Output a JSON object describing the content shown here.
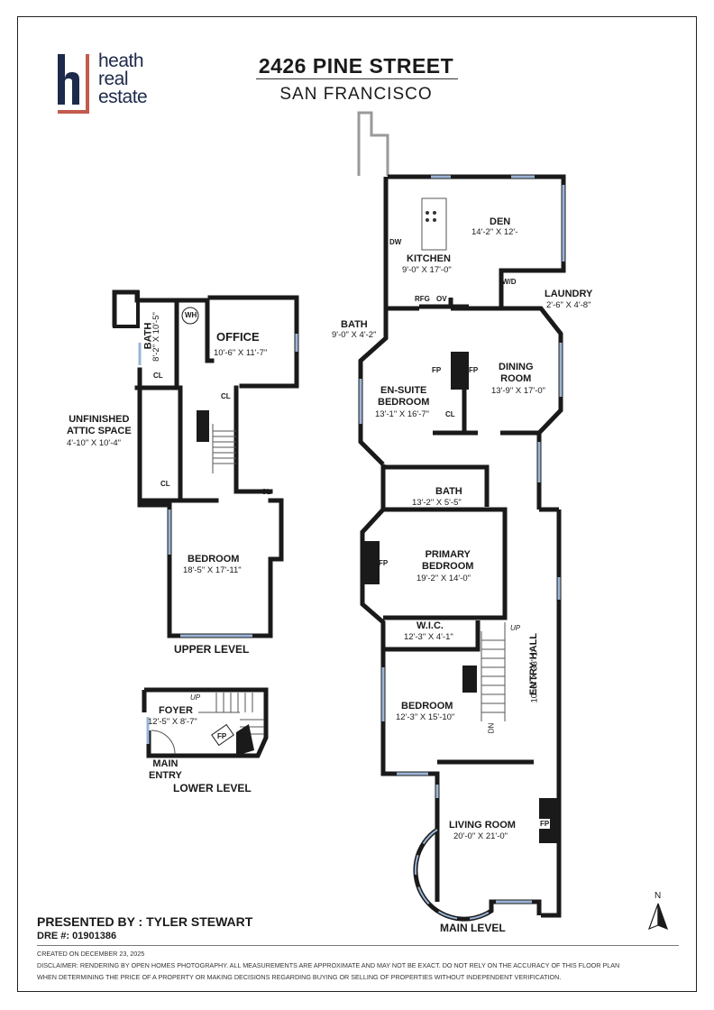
{
  "brand": {
    "logo_mark": "h",
    "logo_lines": [
      "heath",
      "real",
      "estate"
    ],
    "colors": {
      "navy": "#1d2a4a",
      "accent": "#c45a4e"
    }
  },
  "header": {
    "address": "2426 PINE STREET",
    "city": "SAN FRANCISCO"
  },
  "levels": {
    "upper": {
      "label": "UPPER LEVEL",
      "rooms": [
        {
          "name": "OFFICE",
          "dims": "10'-6\" X 11'-7\""
        },
        {
          "name": "BATH",
          "dims": "8'-2\" X 10'-5\""
        },
        {
          "name": "UNFINISHED ATTIC SPACE",
          "line1": "UNFINISHED",
          "line2": "ATTIC SPACE",
          "dims": "4'-10\" X 10'-4\""
        },
        {
          "name": "BEDROOM",
          "dims": "18'-5\" X 17'-11\""
        }
      ],
      "fixtures": {
        "wh": "WH",
        "cl": "CL",
        "dn": "DN"
      }
    },
    "lower": {
      "label": "LOWER LEVEL",
      "rooms": [
        {
          "name": "FOYER",
          "dims": "12'-5\" X 8'-7\""
        }
      ],
      "main_entry_line1": "MAIN",
      "main_entry_line2": "ENTRY",
      "fixtures": {
        "up": "UP",
        "fp": "FP"
      }
    },
    "main": {
      "label": "MAIN LEVEL",
      "rooms": [
        {
          "name": "DEN",
          "dims": "14'-2\" X 12'-"
        },
        {
          "name": "KITCHEN",
          "dims": "9'-0\" X 17'-0\""
        },
        {
          "name": "LAUNDRY",
          "dims": "2'-6\" X 4'-8\""
        },
        {
          "name": "BATH",
          "dims": "9'-0\" X 4'-2\""
        },
        {
          "name": "EN-SUITE BEDROOM",
          "line1": "EN-SUITE",
          "line2": "BEDROOM",
          "dims": "13'-1\" X 16'-7\""
        },
        {
          "name": "DINING ROOM",
          "line1": "DINING",
          "line2": "ROOM",
          "dims": "13'-9\" X 17'-0\""
        },
        {
          "name": "BATH",
          "dims": "13'-2\" X 5'-5\""
        },
        {
          "name": "PRIMARY BEDROOM",
          "line1": "PRIMARY",
          "line2": "BEDROOM",
          "dims": "19'-2\" X 14'-0\""
        },
        {
          "name": "W.I.C.",
          "dims": "12'-3\" X 4'-1\""
        },
        {
          "name": "ENTRY HALL",
          "dims": "10'-6\" X 33'-1\""
        },
        {
          "name": "BEDROOM",
          "dims": "12'-3\" X 15'-10\""
        },
        {
          "name": "LIVING ROOM",
          "dims": "20'-0\" X 21'-0\""
        }
      ],
      "fixtures": {
        "dw": "DW",
        "rfg": "RFG",
        "ov": "OV",
        "wd": "W/D",
        "fp": "FP",
        "cl": "CL",
        "up": "UP",
        "dn": "DN"
      }
    }
  },
  "north_label": "N",
  "presenter": {
    "presented_by": "PRESENTED BY : TYLER STEWART",
    "dre": "DRE #: 01901386"
  },
  "footer": {
    "created": "CREATED ON DECEMBER 23, 2025",
    "disclaimer_1": "DISCLAIMER: RENDERING BY OPEN HOMES PHOTOGRAPHY. ALL MEASUREMENTS ARE APPROXIMATE AND MAY NOT BE EXACT. DO NOT RELY ON THE ACCURACY OF THIS FLOOR PLAN",
    "disclaimer_2": "WHEN DETERMINING THE PRICE OF A PROPERTY OR MAKING DECISIONS REGARDING BUYING OR SELLING OF PROPERTIES WITHOUT INDEPENDENT VERIFICATION."
  }
}
